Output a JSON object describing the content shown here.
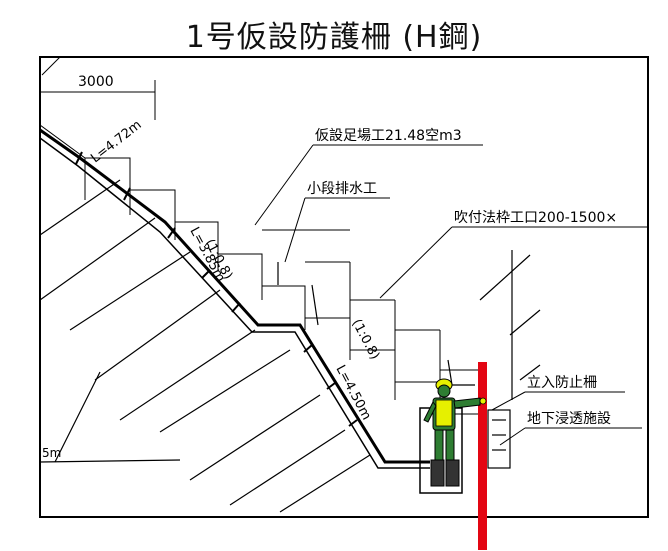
{
  "title": "1号仮設防護柵 (H鋼)",
  "labels": {
    "dimension_top": "3000",
    "scaffold": "仮設足場工21.48空m3",
    "drainage": "小段排水工",
    "spray_frame": "吹付法枠工口200-1500×",
    "barrier_fence": "立入防止柵",
    "infiltration": "地下浸透施設",
    "slope_length_left": "5m"
  },
  "slope_annotations": {
    "upper_len": "L=4.72m",
    "mid_grade": "(1:0.8)",
    "mid_len": "L=3.85m",
    "low_grade": "(1:0.8)",
    "low_len": "L=4.50m"
  },
  "colors": {
    "post": "#e30613",
    "worker_body": "#2e7d32",
    "worker_vest": "#e6f000",
    "helmet": "#e6f000"
  },
  "icons": {
    "worker": "construction-worker-icon",
    "steel_post": "h-steel-post"
  }
}
